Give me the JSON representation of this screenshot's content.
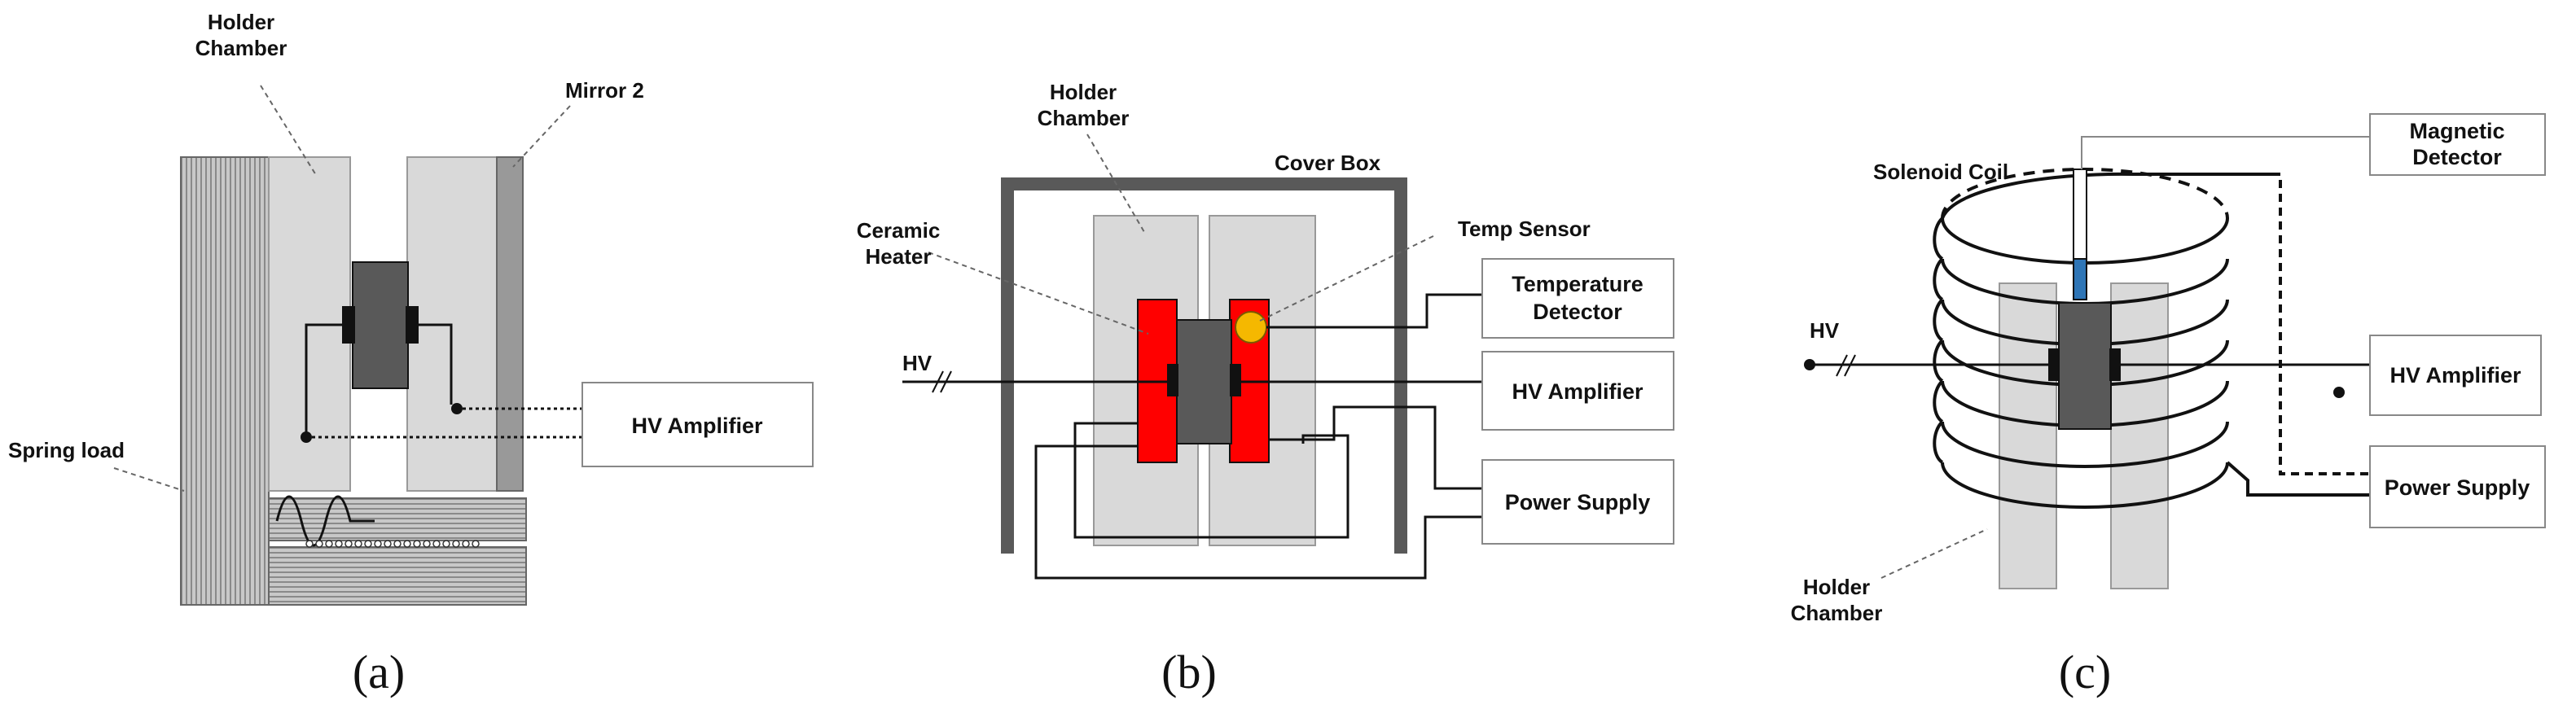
{
  "panel_a": {
    "labels": {
      "holder_chamber_1": "Holder",
      "holder_chamber_2": "Chamber",
      "mirror": "Mirror 2",
      "spring_load": "Spring load",
      "hv_amplifier": "HV Amplifier"
    },
    "caption": "(a)"
  },
  "panel_b": {
    "labels": {
      "holder_chamber_1": "Holder",
      "holder_chamber_2": "Chamber",
      "cover_box": "Cover Box",
      "ceramic_heater_1": "Ceramic",
      "ceramic_heater_2": "Heater",
      "temp_sensor": "Temp Sensor",
      "hv": "HV",
      "temperature_detector_1": "Temperature",
      "temperature_detector_2": "Detector",
      "hv_amplifier": "HV Amplifier",
      "power_supply": "Power Supply"
    },
    "caption": "(b)"
  },
  "panel_c": {
    "labels": {
      "magnetic_detector_1": "Magnetic",
      "magnetic_detector_2": "Detector",
      "solenoid_coil": "Solenoid Coil",
      "hv": "HV",
      "hv_amplifier": "HV Amplifier",
      "power_supply": "Power Supply",
      "holder_chamber_1": "Holder",
      "holder_chamber_2": "Chamber"
    },
    "caption": "(c)"
  },
  "colors": {
    "heater": "#ff0000",
    "sensor": "#f5b800",
    "sample": "#595959",
    "chamber": "#d9d9d9",
    "probe": "#2e75b6"
  }
}
